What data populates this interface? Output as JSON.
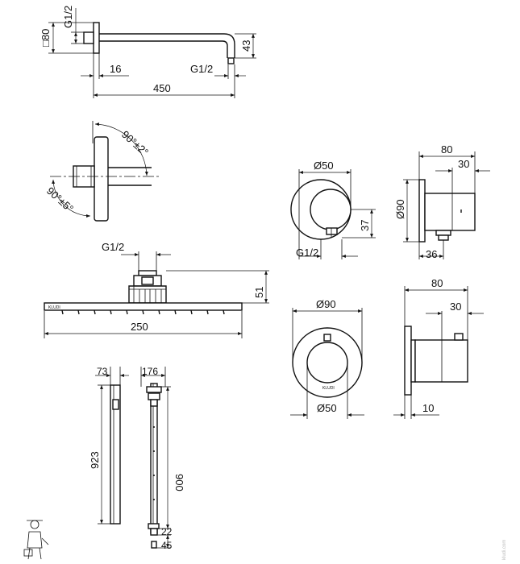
{
  "shower_arm": {
    "thread_top": "G1/2",
    "flange": "□80",
    "depth": "16",
    "length": "450",
    "thread_outlet": "G1/2",
    "drop": "43"
  },
  "angles": {
    "upper": "90°±2°",
    "lower": "90°±5°"
  },
  "head_shower": {
    "thread": "G1/2",
    "height": "51",
    "width": "250",
    "logo": "KLUDI"
  },
  "outlet_elbow_front": {
    "diameter": "Ø50",
    "height": "37",
    "thread": "G1/2"
  },
  "outlet_elbow_side": {
    "width": "80",
    "depth": "30",
    "diameter": "Ø90",
    "bottom": "36"
  },
  "mixer_front": {
    "outer": "Ø90",
    "inner": "Ø50",
    "logo": "KLUDI"
  },
  "mixer_side": {
    "width": "80",
    "depth": "30",
    "plate": "10"
  },
  "rail": {
    "left_top": "73",
    "right_top": "176",
    "left_height": "923",
    "right_height": "900",
    "right_bottom_a": "22",
    "right_bottom_b": "45"
  },
  "watermark": "kludi.com"
}
